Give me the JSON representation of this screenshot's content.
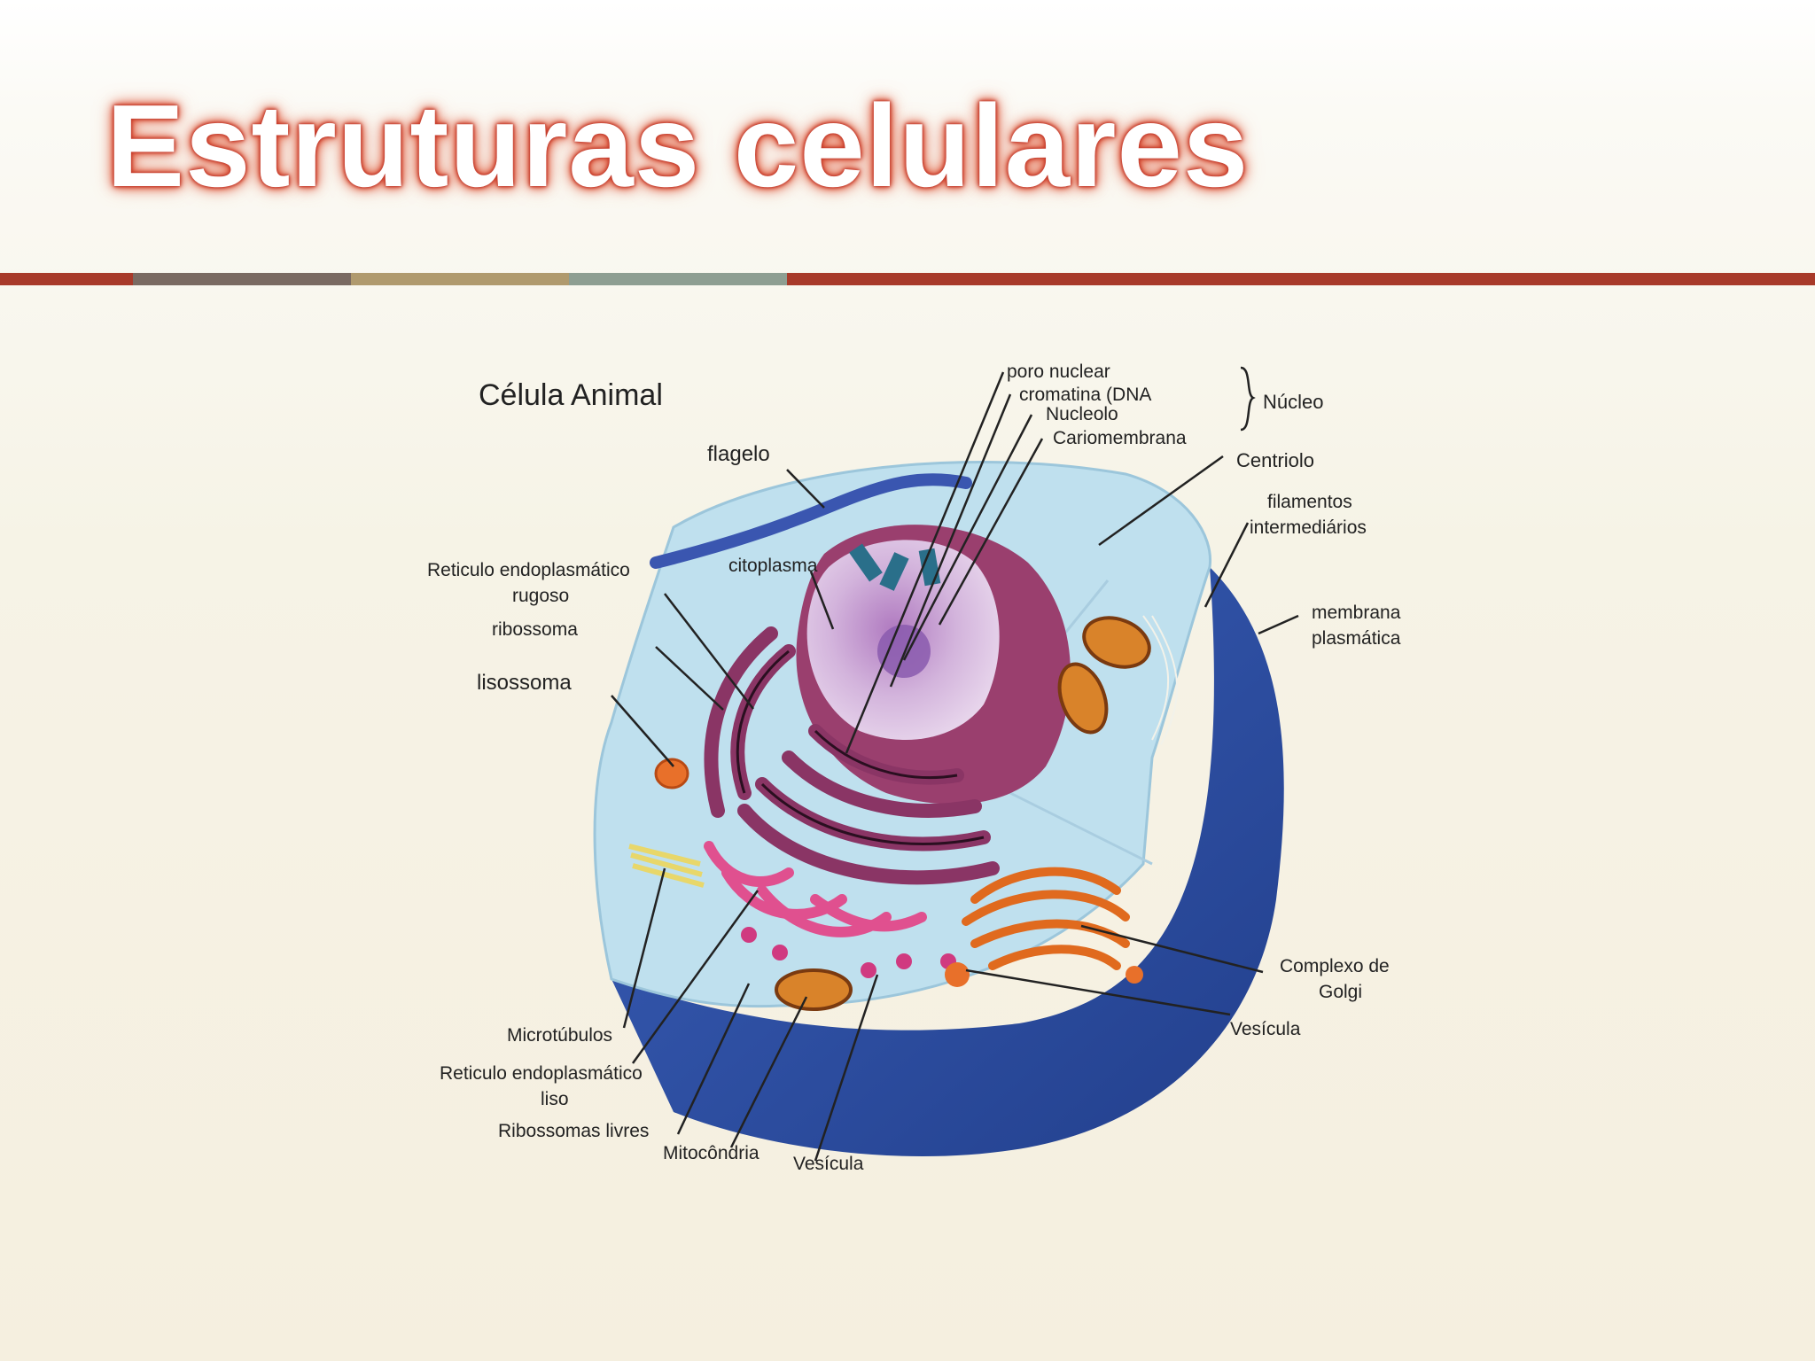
{
  "slide": {
    "title": "Estruturas celulares",
    "colors": {
      "title_glow": "#c0392b",
      "bar_red": "#a83a2a",
      "bar_gray": "#7a6a62",
      "bar_tan": "#b09a6e",
      "bar_sage": "#8e9e92"
    }
  },
  "diagram": {
    "heading": "Célula Animal",
    "labels": {
      "poro_nuclear": "poro nuclear",
      "cromatina": "cromatina (DNA",
      "nucleolo": "Nucleolo",
      "cariomembrana": "Cariomembrana",
      "nucleo": "Núcleo",
      "centriolo": "Centriolo",
      "filamentos_1": "filamentos",
      "filamentos_2": "intermediários",
      "membrana_1": "membrana",
      "membrana_2": "plasmática",
      "flagelo": "flagelo",
      "citoplasma": "citoplasma",
      "rer_1": "Reticulo endoplasmático",
      "rer_2": "rugoso",
      "ribossoma": "ribossoma",
      "lisossoma": "lisossoma",
      "golgi_1": "Complexo de",
      "golgi_2": "Golgi",
      "vesicula_right": "Vesícula",
      "microtubulos": "Microtúbulos",
      "rel_1": "Reticulo endoplasmático",
      "rel_2": "liso",
      "ribossomas_livres": "Ribossomas livres",
      "mitocondria": "Mitocôndria",
      "vesicula_bottom": "Vesícula"
    },
    "colors": {
      "cytoplasm": "#bfe0ee",
      "membrane": "#2f52a6",
      "nucleus": "#9a3f6e",
      "nucleoplasm": "#c9a6d6",
      "er": "#8a3565",
      "smooth_er": "#e0508f",
      "mitochondria": "#d9832a",
      "golgi": "#e06a1e"
    }
  }
}
